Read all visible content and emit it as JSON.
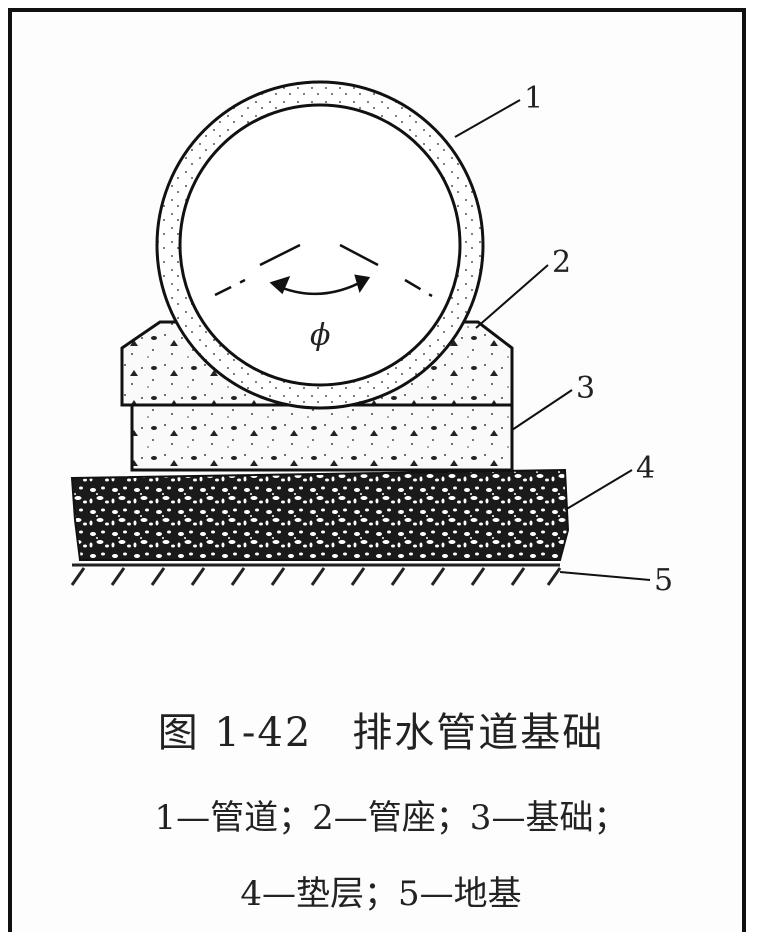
{
  "figure": {
    "number": "图 1-42",
    "title": "排水管道基础",
    "legend_line1": "1—管道；2—管座；3—基础；",
    "legend_line2": "4—垫层；5—地基",
    "diameter_symbol": "ϕ"
  },
  "callouts": [
    "1",
    "2",
    "3",
    "4",
    "5"
  ]
}
